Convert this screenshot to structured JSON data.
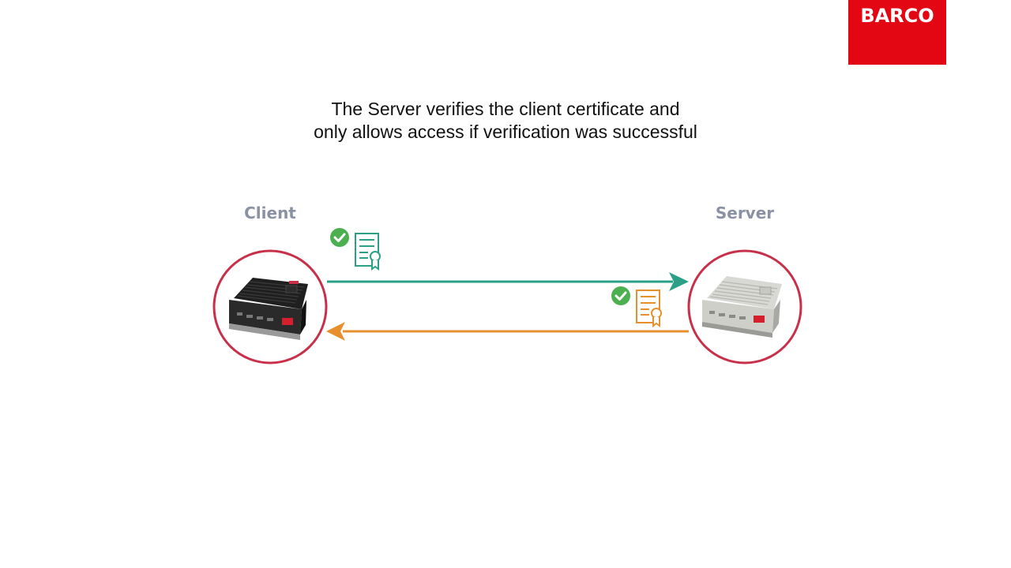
{
  "brand": {
    "logo_text": "BARCO",
    "color": "#e30613"
  },
  "caption": {
    "line1": "The Server verifies the client certificate and",
    "line2": "only allows access if verification was successful"
  },
  "nodes": {
    "client": {
      "label": "Client",
      "device": "black"
    },
    "server": {
      "label": "Server",
      "device": "silver"
    }
  },
  "arrows": [
    {
      "from": "client",
      "to": "server",
      "color": "#2ba086",
      "certificate": "client-certificate",
      "verified": true
    },
    {
      "from": "server",
      "to": "client",
      "color": "#e8902e",
      "certificate": "server-certificate",
      "verified": true
    }
  ],
  "colors": {
    "circle": "#c8304a",
    "check": "#4caf50",
    "client_cert": "#2ba086",
    "server_cert": "#e8902e",
    "label": "#8a91a3"
  }
}
